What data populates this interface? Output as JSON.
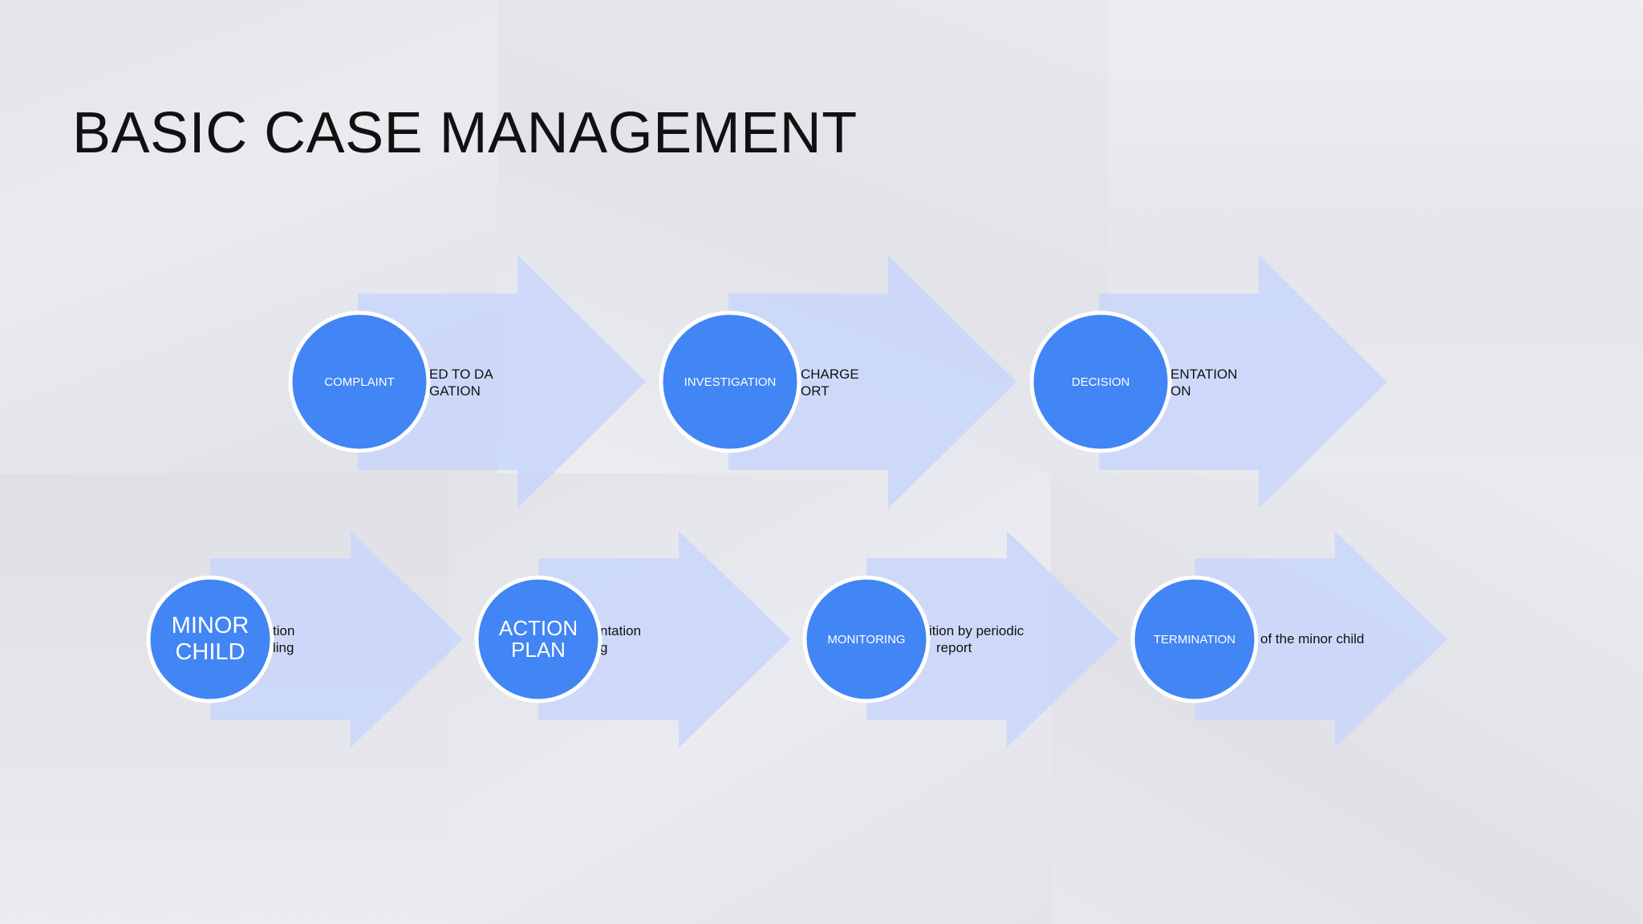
{
  "slide": {
    "title": "BASIC CASE MANAGEMENT"
  },
  "colors": {
    "circle_fill": "#4285f4",
    "circle_stroke": "#ffffff",
    "arrow_fill": "#c9d6fb",
    "text_dark": "#111111",
    "circle_text": "#ffffff"
  },
  "steps_row1": [
    {
      "label": "COMPLAINT",
      "arrow_text_line1": "ED TO DA",
      "arrow_text_line2": "GATION"
    },
    {
      "label": "INVESTIGATION",
      "arrow_text_line1": "CHARGE",
      "arrow_text_line2": "ORT"
    },
    {
      "label": "DECISION",
      "arrow_text_line1": "ENTATION",
      "arrow_text_line2": "ON"
    }
  ],
  "steps_row2": [
    {
      "label_line1": "MINOR",
      "label_line2": "CHILD",
      "arrow_text_line1": "tion",
      "arrow_text_line2": "ling"
    },
    {
      "label_line1": "ACTION",
      "label_line2": "PLAN",
      "arrow_text_line1": "ntation",
      "arrow_text_line2": "g"
    },
    {
      "label_line1": "MONITORING",
      "label_line2": "",
      "arrow_text_line1": "ition by periodic",
      "arrow_text_line2": "report"
    },
    {
      "label_line1": "TERMINATION",
      "label_line2": "",
      "arrow_text_line1": "of the minor child",
      "arrow_text_line2": ""
    }
  ]
}
